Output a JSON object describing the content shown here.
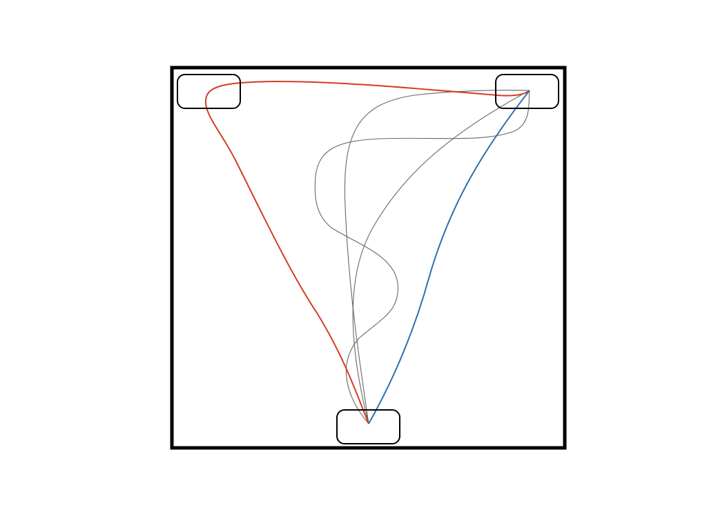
{
  "diagram": {
    "kind": "node-link trajectory diagram",
    "node_count": 3,
    "nodes": [
      {
        "id": "top-left",
        "label": ""
      },
      {
        "id": "top-right",
        "label": ""
      },
      {
        "id": "bottom-center",
        "label": ""
      }
    ],
    "paths": [
      {
        "id": "red-path",
        "from": "bottom-center",
        "via": "top-left",
        "to": "top-right",
        "color": "#d63a22",
        "emphasis": "highlighted"
      },
      {
        "id": "blue-path",
        "from": "bottom-center",
        "to": "top-right",
        "color": "#2a6fb0",
        "emphasis": "highlighted"
      },
      {
        "id": "gray-path-1",
        "from": "bottom-center",
        "to": "top-right",
        "color": "#666666",
        "emphasis": "background"
      },
      {
        "id": "gray-path-2",
        "from": "bottom-center",
        "to": "top-right",
        "color": "#666666",
        "emphasis": "background"
      },
      {
        "id": "gray-path-3",
        "from": "bottom-center",
        "to": "top-right",
        "color": "#666666",
        "emphasis": "background"
      }
    ],
    "colors": {
      "frame": "#000000",
      "background": "#ffffff"
    }
  }
}
